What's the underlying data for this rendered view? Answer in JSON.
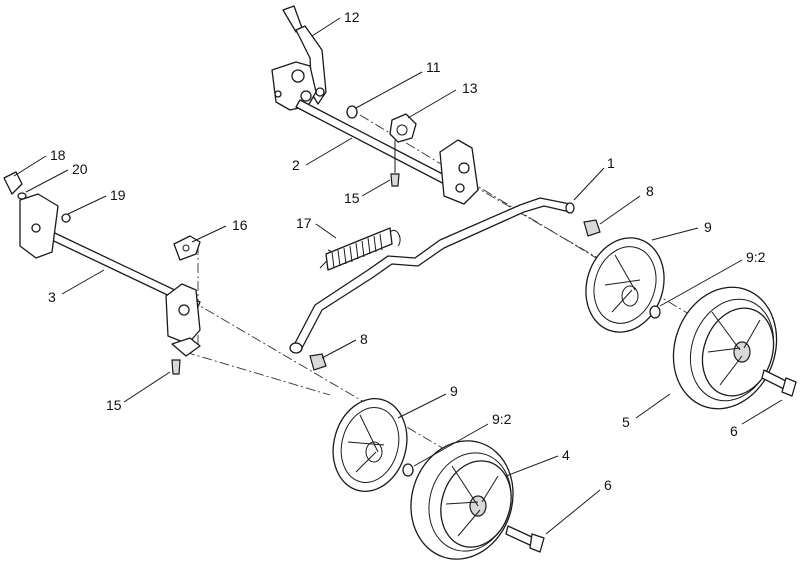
{
  "diagram": {
    "callouts": [
      {
        "id": "c12",
        "text": "12"
      },
      {
        "id": "c11",
        "text": "11"
      },
      {
        "id": "c13",
        "text": "13"
      },
      {
        "id": "c2",
        "text": "2"
      },
      {
        "id": "c15a",
        "text": "15"
      },
      {
        "id": "c1",
        "text": "1"
      },
      {
        "id": "c8a",
        "text": "8"
      },
      {
        "id": "c18",
        "text": "18"
      },
      {
        "id": "c20",
        "text": "20"
      },
      {
        "id": "c19",
        "text": "19"
      },
      {
        "id": "c16",
        "text": "16"
      },
      {
        "id": "c17",
        "text": "17"
      },
      {
        "id": "c9a",
        "text": "9"
      },
      {
        "id": "c92a",
        "text": "9:2"
      },
      {
        "id": "c3",
        "text": "3"
      },
      {
        "id": "c8b",
        "text": "8"
      },
      {
        "id": "c5",
        "text": "5"
      },
      {
        "id": "c6a",
        "text": "6"
      },
      {
        "id": "c15b",
        "text": "15"
      },
      {
        "id": "c9b",
        "text": "9"
      },
      {
        "id": "c92b",
        "text": "9:2"
      },
      {
        "id": "c4",
        "text": "4"
      },
      {
        "id": "c6b",
        "text": "6"
      }
    ]
  }
}
